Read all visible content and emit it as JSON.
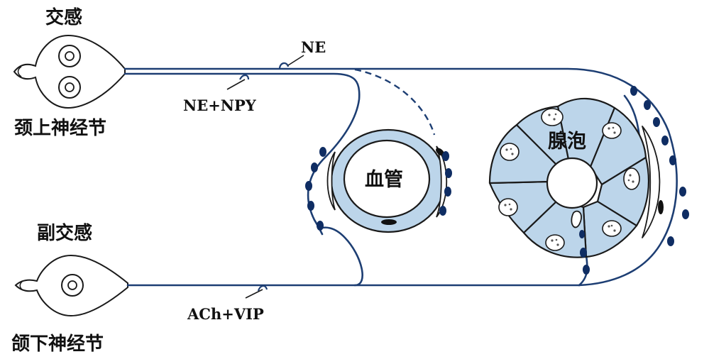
{
  "labels": {
    "sympathetic": "交感",
    "superior_cervical_ganglion": "颈上神经节",
    "parasympathetic": "副交感",
    "submandibular_ganglion": "颌下神经节",
    "ne": "NE",
    "ne_npy": "NE+NPY",
    "ach_vip": "ACh+VIP",
    "blood_vessel": "血管",
    "acinus": "腺泡"
  },
  "colors": {
    "nerve_line": "#1d3e73",
    "cell_fill": "#bcd5ea",
    "cell_outline": "#1a1a1a",
    "varicosity": "#0f2d63"
  }
}
